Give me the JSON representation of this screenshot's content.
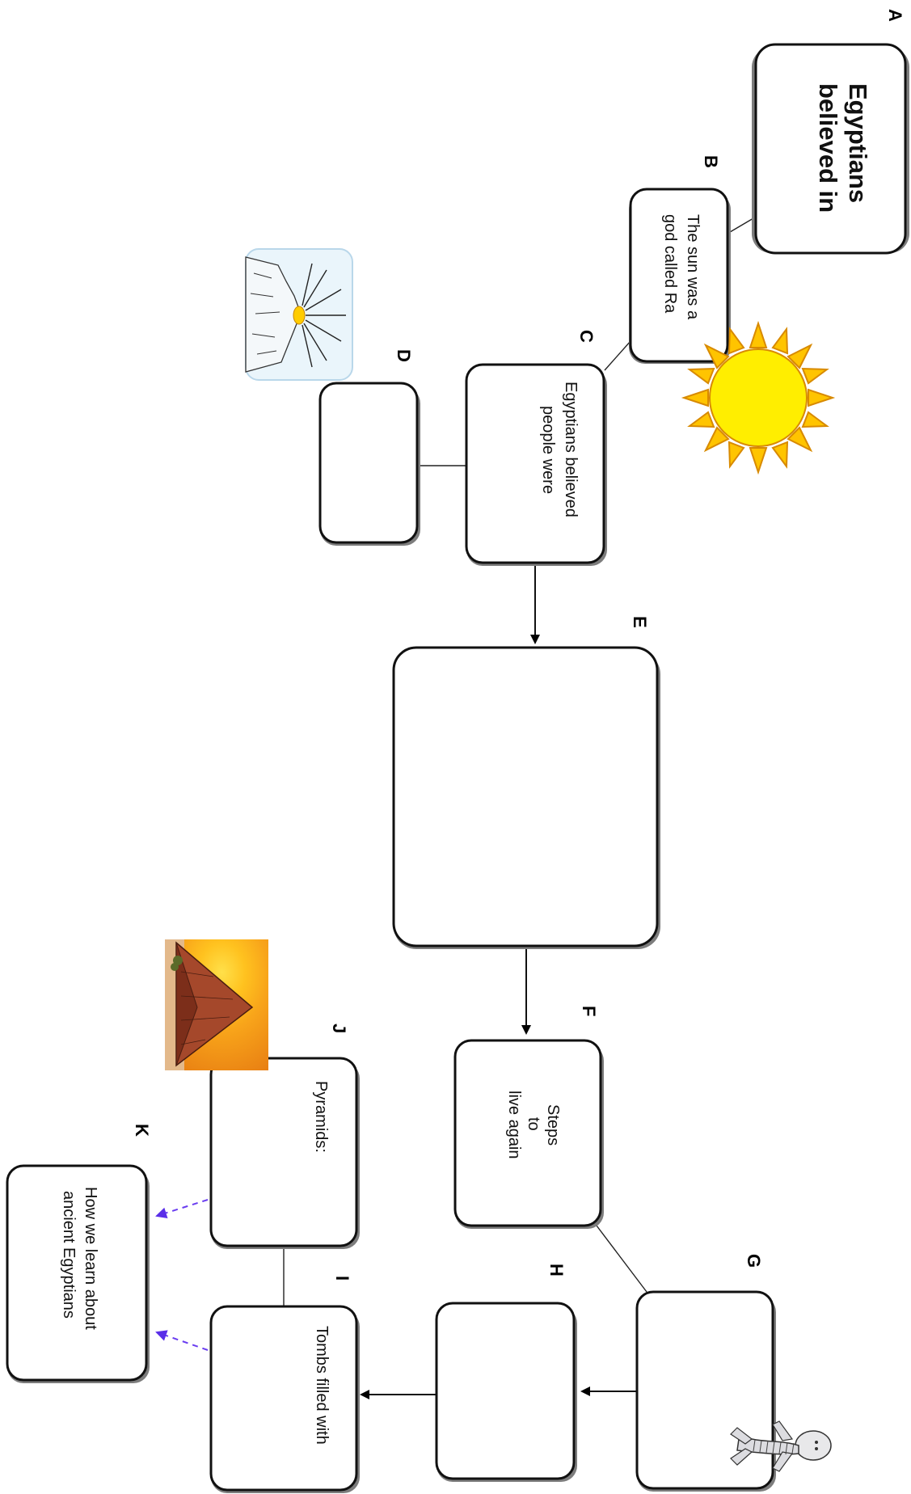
{
  "diagram": {
    "nodes": [
      {
        "id": "A",
        "letter": "A",
        "lines": [
          "Egyptians",
          "believed in"
        ]
      },
      {
        "id": "B",
        "letter": "B",
        "lines": [
          "The sun was a",
          "god called Ra"
        ]
      },
      {
        "id": "C",
        "letter": "C",
        "lines": [
          "Egyptians believed",
          "people were"
        ]
      },
      {
        "id": "D",
        "letter": "D",
        "lines": []
      },
      {
        "id": "E",
        "letter": "E",
        "lines": []
      },
      {
        "id": "F",
        "letter": "F",
        "lines": [
          "Steps",
          "to",
          "live again"
        ]
      },
      {
        "id": "G",
        "letter": "G",
        "lines": []
      },
      {
        "id": "H",
        "letter": "H",
        "lines": []
      },
      {
        "id": "I",
        "letter": "I",
        "lines": [
          "Tombs filled with"
        ]
      },
      {
        "id": "J",
        "letter": "J",
        "lines": [
          "Pyramids:"
        ]
      },
      {
        "id": "K",
        "letter": "K",
        "lines": [
          "How we learn about",
          "ancient Egyptians"
        ]
      }
    ],
    "edges": [
      {
        "from": "A",
        "to": "B",
        "style": "line"
      },
      {
        "from": "B",
        "to": "C",
        "style": "line"
      },
      {
        "from": "C",
        "to": "D",
        "style": "line"
      },
      {
        "from": "C",
        "to": "E",
        "style": "arrow"
      },
      {
        "from": "E",
        "to": "F",
        "style": "arrow"
      },
      {
        "from": "F",
        "to": "G",
        "style": "line"
      },
      {
        "from": "G",
        "to": "H",
        "style": "arrow"
      },
      {
        "from": "H",
        "to": "I",
        "style": "arrow"
      },
      {
        "from": "I",
        "to": "J",
        "style": "line"
      },
      {
        "from": "J",
        "to": "K",
        "style": "dashed-arrow"
      },
      {
        "from": "I",
        "to": "K",
        "style": "dashed-arrow"
      }
    ],
    "pictures": [
      "sun-icon",
      "sunrise-mountains-icon",
      "pyramid-sunset-icon",
      "mummy-icon"
    ],
    "colors": {
      "box_stroke": "#111111",
      "shadow": "#7d7d7d",
      "sun_fill": "#ffee00",
      "sun_stroke": "#d88a00",
      "dashed_link": "#6a3df0"
    }
  }
}
